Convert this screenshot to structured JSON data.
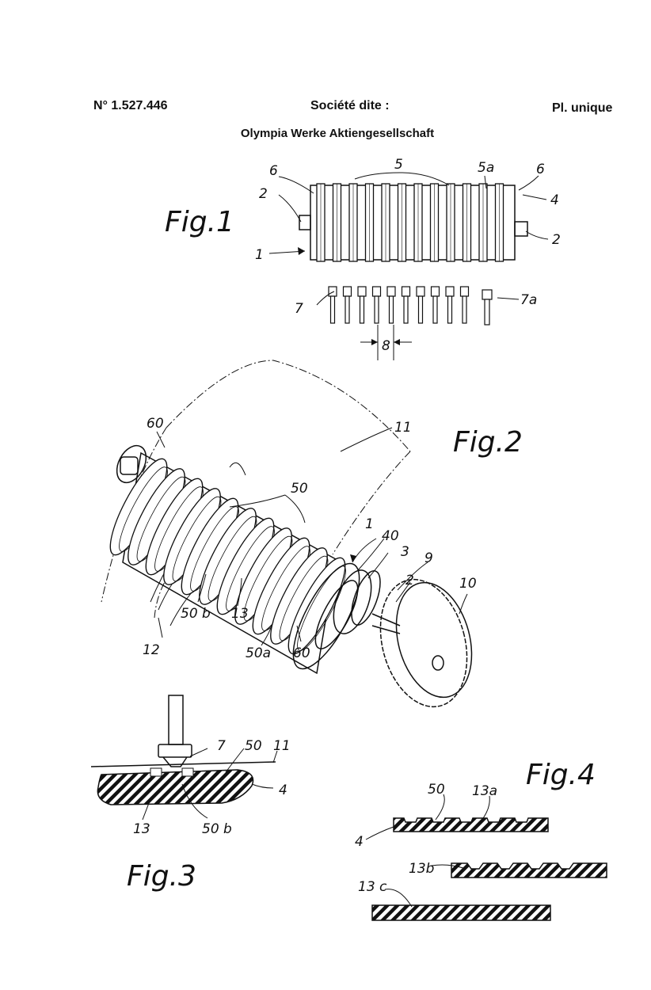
{
  "header": {
    "patent_number": "N° 1.527.446",
    "company_label": "Société dite :",
    "plate": "Pl. unique",
    "company_name": "Olympia Werke Aktiengesellschaft"
  },
  "figures": {
    "fig1": {
      "title": "Fig.1",
      "labels": {
        "l6a": "6",
        "l5": "5",
        "l5a": "5a",
        "l6b": "6",
        "l2a": "2",
        "l4": "4",
        "l2b": "2",
        "l1": "1",
        "l7": "7",
        "l7a": "7a",
        "l8": "8"
      }
    },
    "fig2": {
      "title": "Fig.2",
      "labels": {
        "l60a": "60",
        "l11": "11",
        "l50": "50",
        "l1": "1",
        "l40": "40",
        "l3": "3",
        "l9": "9",
        "l2": "2",
        "l10": "10",
        "l50b": "50 b",
        "l13": "13",
        "l12": "12",
        "l50a": "50a",
        "l60b": "60"
      }
    },
    "fig3": {
      "title": "Fig.3",
      "labels": {
        "l7": "7",
        "l50": "50",
        "l11": "11",
        "l4": "4",
        "l13": "13",
        "l50b": "50 b"
      }
    },
    "fig4": {
      "title": "Fig.4",
      "labels": {
        "l50": "50",
        "l13a": "13a",
        "l4": "4",
        "l13b": "13b",
        "l13c": "13 c"
      }
    }
  }
}
